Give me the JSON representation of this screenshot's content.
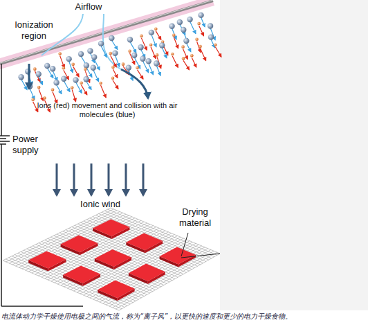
{
  "diagram": {
    "caption": "电流体动力学干燥使用电极之间的气流，称为“离子风”，以更快的速度和更少的电力干燥食物。",
    "labels": [
      "Airflow",
      "Ionization region",
      "Ions (red) movement and collision with air molecules (blue)",
      "Power supply",
      "Ionic wind",
      "Drying material"
    ]
  }
}
